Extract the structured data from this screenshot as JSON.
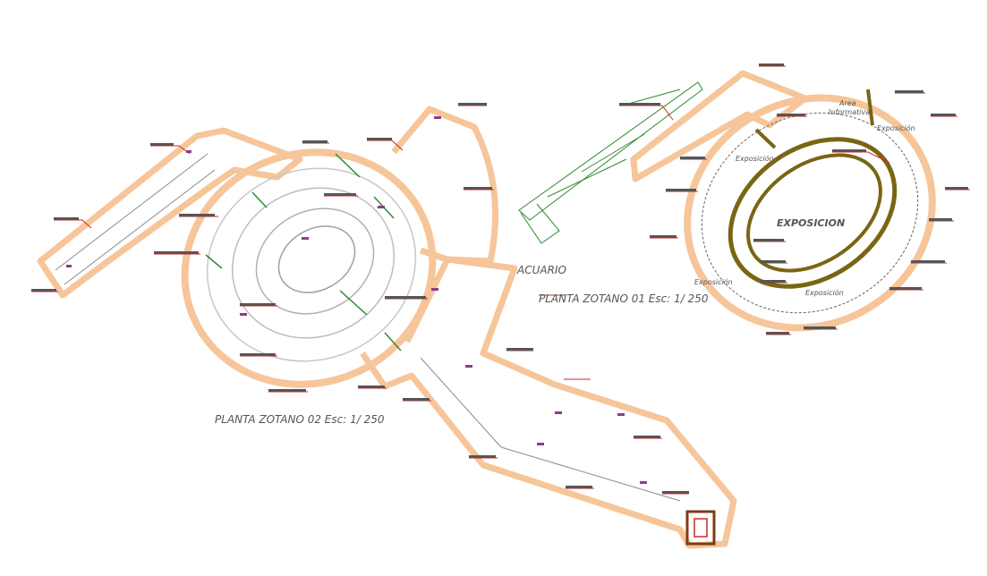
{
  "labels": {
    "plan_02": "PLANTA ZOTANO 02  Esc: 1/ 250",
    "plan_01": "PLANTA ZOTANO 01  Esc: 1/ 250",
    "acuario": "ACUARIO",
    "exposicion_main": "EXPOSICION",
    "exposicion_nw": "Exposición",
    "exposicion_ne": "Exposición",
    "exposicion_sw": "Exposición",
    "exposicion_s": "Exposición",
    "area_line1": "Area",
    "area_line2": "Informativa"
  },
  "colors": {
    "wall": "#f6c59a",
    "inner_ring": "#7a6514",
    "leader": "#cc2a2a",
    "tag": "#8a3d8a",
    "structure": "#2e8b2e",
    "line": "#8a8a8a",
    "dark_line": "#555555"
  }
}
